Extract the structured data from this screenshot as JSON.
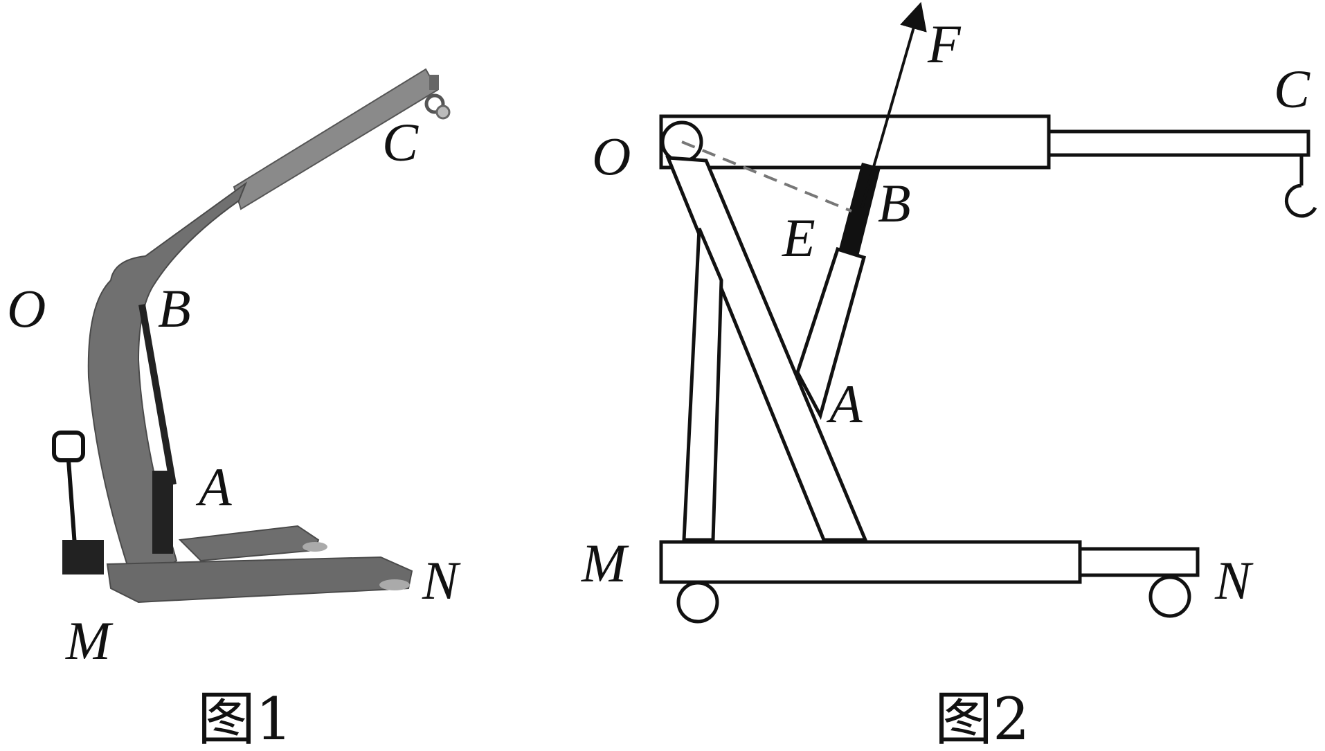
{
  "figure1": {
    "labels": {
      "O": "O",
      "B": "B",
      "C": "C",
      "A": "A",
      "N": "N",
      "M": "M"
    },
    "caption": "图1"
  },
  "figure2": {
    "labels": {
      "F": "F",
      "O": "O",
      "C": "C",
      "B": "B",
      "E": "E",
      "A": "A",
      "M": "M",
      "N": "N"
    },
    "caption": "图2"
  }
}
